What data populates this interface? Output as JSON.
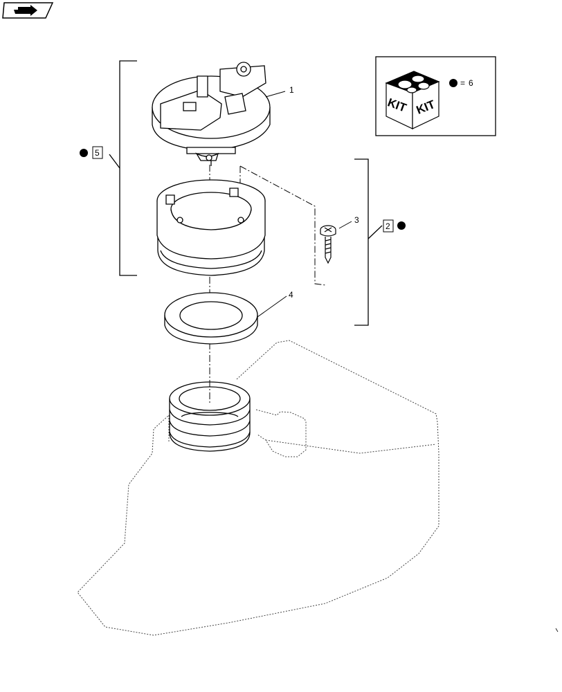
{
  "nav": {
    "icon": "arrow-nav-icon"
  },
  "callouts": {
    "part_1": "1",
    "part_2": "2",
    "part_3": "3",
    "part_4": "4",
    "part_5": "5",
    "part_6": "6"
  },
  "kit": {
    "label_left": "KIT",
    "label_right": "KIT",
    "equals_sign": "=",
    "icon": "kit-box-icon"
  }
}
